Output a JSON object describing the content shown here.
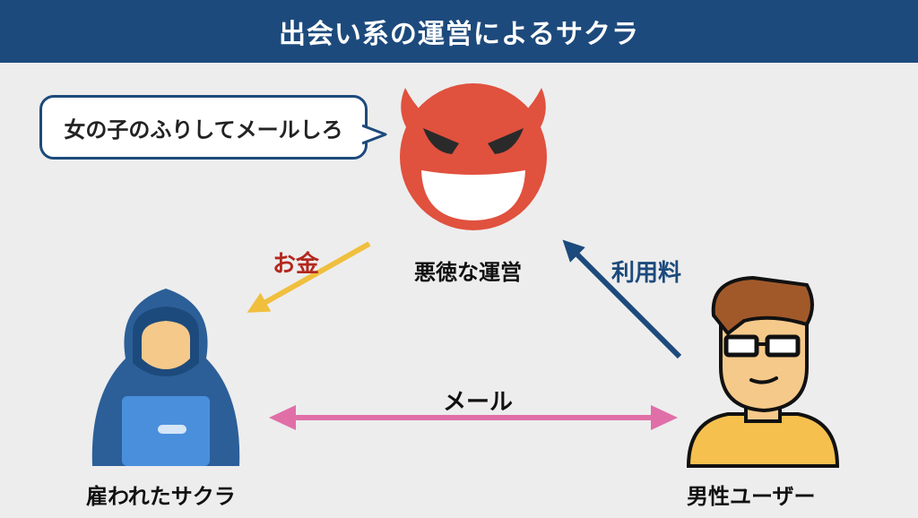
{
  "title": "出会い系の運営によるサクラ",
  "speech_bubble": "女の子のふりしてメールしろ",
  "nodes": {
    "operator": "悪徳な運営",
    "sakura": "雇われたサクラ",
    "male_user": "男性ユーザー"
  },
  "edges": {
    "money": "お金",
    "fee": "利用料",
    "mail": "メール"
  },
  "colors": {
    "header": "#1d4a7c",
    "money_arrow": "#f0bf3e",
    "fee_arrow": "#1d4a7c",
    "mail_arrow": "#e06fa8",
    "money_label": "#b3281e",
    "fee_label": "#1d4a7c",
    "devil": "#e0513e"
  },
  "icons": {
    "operator": "devil-face-icon",
    "sakura": "hooded-figure-laptop-icon",
    "male_user": "man-with-glasses-icon"
  }
}
